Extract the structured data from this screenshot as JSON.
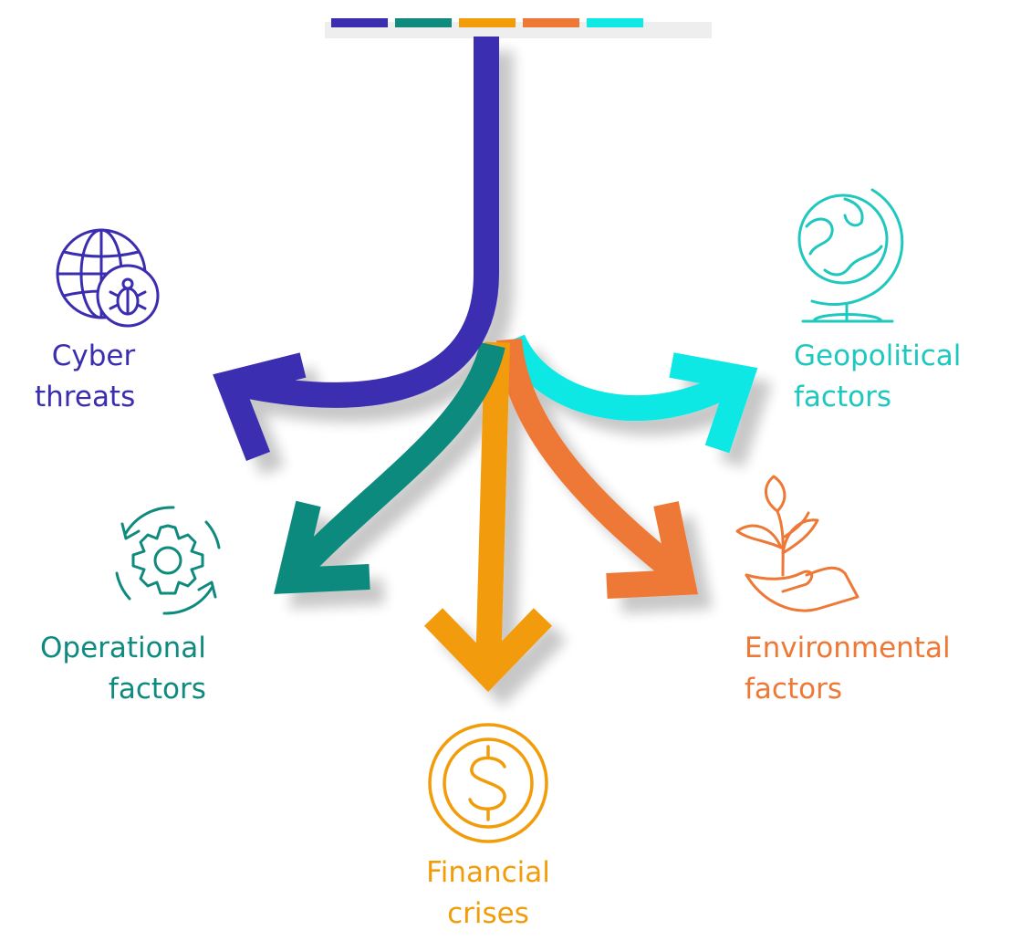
{
  "colors": {
    "cyber": "#3a2db0",
    "operational": "#0e8a7e",
    "financial": "#f29c0a",
    "environmental": "#ee7835",
    "geopolitical": "#0fe8e4",
    "geopolitical_text": "#1ec8be"
  },
  "palette_bar": [
    "#3a2db0",
    "#0e8a7e",
    "#f29c0a",
    "#ee7835",
    "#0fe8e4"
  ],
  "categories": {
    "cyber": {
      "line1": "Cyber",
      "line2": "threats",
      "icon": "globe-bug-icon"
    },
    "operational": {
      "line1": "Operational",
      "line2": "factors",
      "icon": "gear-cycle-icon"
    },
    "financial": {
      "line1": "Financial",
      "line2": "crises",
      "icon": "dollar-coin-icon"
    },
    "environmental": {
      "line1": "Environmental",
      "line2": "factors",
      "icon": "plant-hand-icon"
    },
    "geopolitical": {
      "line1": "Geopolitical",
      "line2": "factors",
      "icon": "desk-globe-icon"
    }
  }
}
